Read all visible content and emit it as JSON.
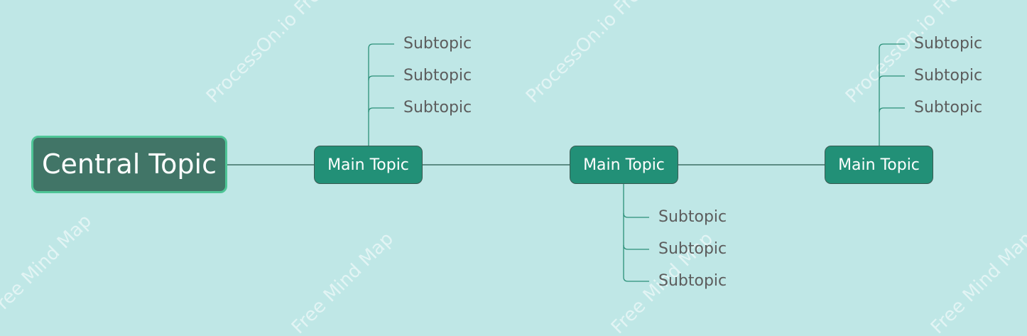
{
  "central": {
    "label": "Central Topic"
  },
  "branches": [
    {
      "label": "Main Topic",
      "subtopics": [
        "Subtopic",
        "Subtopic",
        "Subtopic"
      ]
    },
    {
      "label": "Main Topic",
      "subtopics": [
        "Subtopic",
        "Subtopic",
        "Subtopic"
      ]
    },
    {
      "label": "Main Topic",
      "subtopics": [
        "Subtopic",
        "Subtopic",
        "Subtopic"
      ]
    }
  ],
  "watermarks": {
    "top": "ProcessOn.io Free Mind Map",
    "bottom": "Free Mind Map"
  },
  "colors": {
    "background": "#bfe7e6",
    "central_fill": "#417567",
    "central_border": "#4ec596",
    "main_fill": "#229077",
    "main_border": "#3a5a52",
    "connector": "#3d6e63",
    "sub_connector": "#2a9078",
    "sub_text": "#5c5c5c"
  }
}
